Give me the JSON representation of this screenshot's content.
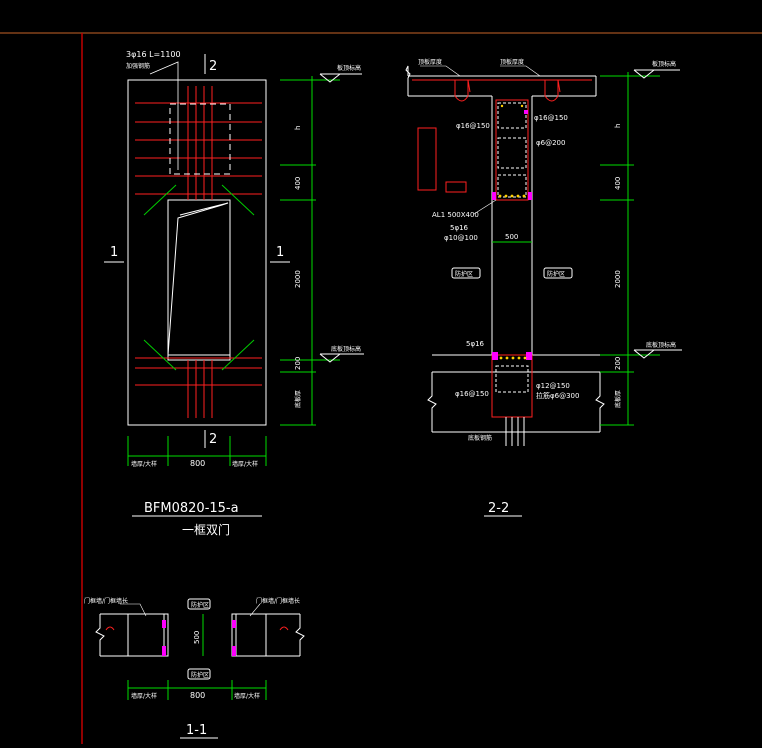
{
  "colors": {
    "background": "#000000",
    "wall": "#ffffff",
    "rebar": "#ff2020",
    "dimension": "#00dd00",
    "accent": "#ff00ff",
    "frame": "#c00000",
    "top_line": "#c86428"
  },
  "elevation": {
    "rebar_note": "3φ16 L=1100",
    "rebar_note2": "加强钢筋",
    "cut_top": "2",
    "cut_bottom": "2",
    "cut_left": "1",
    "cut_right": "1",
    "dims_right": [
      "h",
      "400",
      "2000",
      "200",
      "底板厚"
    ],
    "marks": [
      "板顶标高",
      "底板顶标高"
    ],
    "dims_bottom": [
      "墙厚/大样",
      "800",
      "墙厚/大样"
    ],
    "title": "BFM0820-15-a",
    "subtitle": "一框双门"
  },
  "section22": {
    "title": "2-2",
    "labels_top": [
      "顶板厚度",
      "顶板厚度"
    ],
    "mark_top": "板顶标高",
    "mark_bottom": "底板顶标高",
    "rebar_labels": [
      "φ16@150",
      "φ16@150",
      "φ6@200",
      "AL1 500X400",
      "5φ16",
      "φ10@100",
      "5φ16",
      "φ16@150",
      "φ12@150",
      "拉筋φ6@300"
    ],
    "width_dim": "500",
    "zones": [
      "防护区",
      "防护区"
    ],
    "dims_right": [
      "h",
      "400",
      "2000",
      "200",
      "底板厚"
    ],
    "floor_label": "底板钢筋"
  },
  "section11": {
    "title": "1-1",
    "wall_labels": [
      "门框墙/门框墙长",
      "门框墙/门框墙长"
    ],
    "zone_top": "防护区",
    "zone_bottom": "防护区",
    "thickness_dim": "500",
    "dims_bottom": [
      "墙厚/大样",
      "800",
      "墙厚/大样"
    ]
  }
}
